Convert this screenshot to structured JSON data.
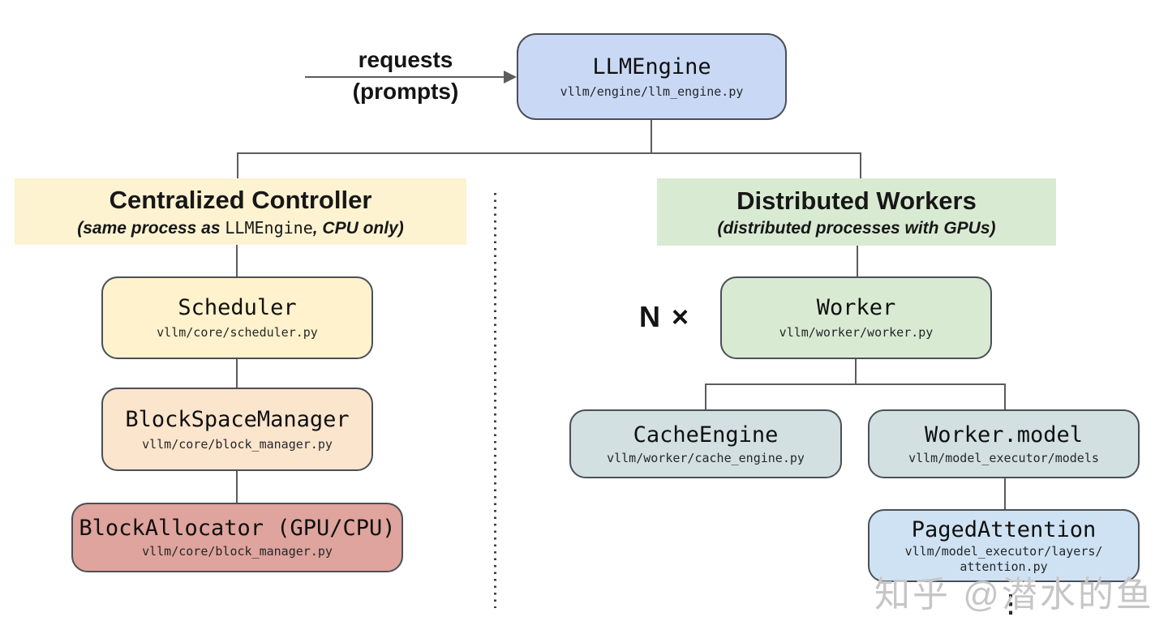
{
  "flow": {
    "incoming_label_line1": "requests",
    "incoming_label_line2": "(prompts)",
    "multiplicity_label": "N ×",
    "ellipsis": "⋮"
  },
  "sections": {
    "controller": {
      "title": "Centralized Controller",
      "subtitle_prefix": "(same process as ",
      "subtitle_code": "LLMEngine",
      "subtitle_suffix": ", CPU only)"
    },
    "workers": {
      "title": "Distributed Workers",
      "subtitle": "(distributed processes with GPUs)"
    }
  },
  "nodes": {
    "llm_engine": {
      "title": "LLMEngine",
      "path": "vllm/engine/llm_engine.py"
    },
    "scheduler": {
      "title": "Scheduler",
      "path": "vllm/core/scheduler.py"
    },
    "block_space_manager": {
      "title": "BlockSpaceManager",
      "path": "vllm/core/block_manager.py"
    },
    "block_allocator": {
      "title": "BlockAllocator (GPU/CPU)",
      "path": "vllm/core/block_manager.py"
    },
    "worker": {
      "title": "Worker",
      "path": "vllm/worker/worker.py"
    },
    "cache_engine": {
      "title": "CacheEngine",
      "path": "vllm/worker/cache_engine.py"
    },
    "worker_model": {
      "title": "Worker.model",
      "path": "vllm/model_executor/models"
    },
    "paged_attention": {
      "title": "PagedAttention",
      "path_line1": "vllm/model_executor/layers/",
      "path_line2": "attention.py"
    }
  },
  "watermark": "知乎 @潜水的鱼",
  "colors": {
    "edge_color": "#5c5c5c",
    "llm_engine_fill": "#c9d9f5",
    "scheduler_fill": "#fff2cc",
    "block_space_manager_fill": "#fce5cd",
    "block_allocator_fill": "#dfa49d",
    "worker_fill": "#d9ead3",
    "cache_engine_fill": "#d3e0e2",
    "paged_attention_fill": "#cfe2f3",
    "controller_header_bg": "#fdf3d1",
    "workers_header_bg": "#d9ead3"
  }
}
